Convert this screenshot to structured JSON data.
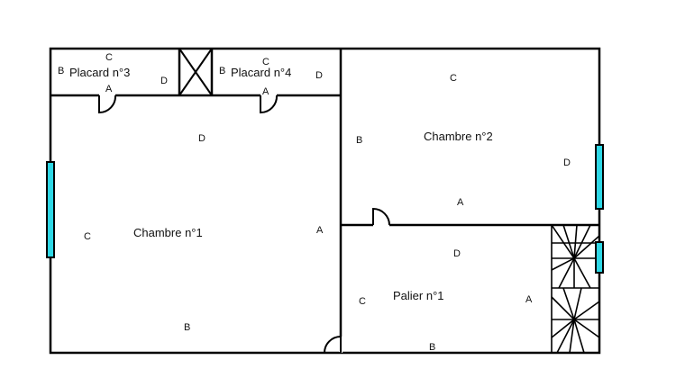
{
  "colors": {
    "wall": "#000000",
    "window_fill": "#2ed8e6",
    "background": "#ffffff"
  },
  "rooms": {
    "placard3": {
      "name": "Placard n°3",
      "wall_c": "C",
      "wall_b": "B",
      "wall_a": "A",
      "wall_d": "D"
    },
    "placard4": {
      "name": "Placard n°4",
      "wall_c": "C",
      "wall_b": "B",
      "wall_a": "A",
      "wall_d": "D"
    },
    "chambre1": {
      "name": "Chambre n°1",
      "wall_d": "D",
      "wall_c": "C",
      "wall_a": "A",
      "wall_b": "B"
    },
    "chambre2": {
      "name": "Chambre n°2",
      "wall_c": "C",
      "wall_b": "B",
      "wall_d": "D",
      "wall_a": "A"
    },
    "palier1": {
      "name": "Palier n°1",
      "wall_d": "D",
      "wall_c": "C",
      "wall_a": "A",
      "wall_b": "B"
    }
  },
  "symbols": [
    "window-icon",
    "door-swing-icon",
    "staircase-icon",
    "shaft-cross-icon"
  ]
}
